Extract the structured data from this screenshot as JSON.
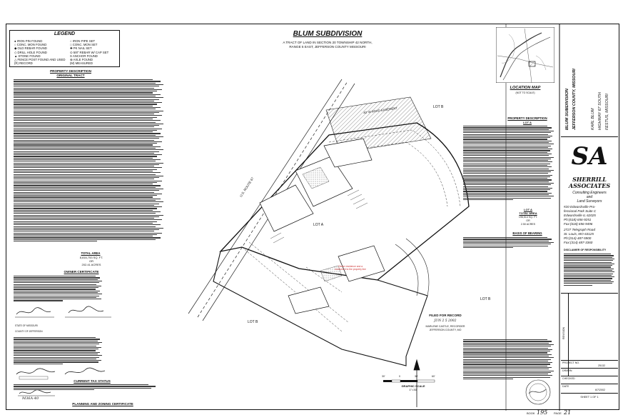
{
  "legend": {
    "title": "LEGEND",
    "left_items": [
      "● IRON PIN FOUND",
      "○ CONC. MON FOUND",
      "◆ OLD REBAR FOUND",
      "◇ DRILL HOLE FOUND",
      "▲ STONE FOUND",
      "△ FENCE POST FOUND AND USED",
      "(R) RECORD"
    ],
    "right_items": [
      "○ IRON PIPE SET",
      "□ CONC. MON SET",
      "✚ PK NAIL SET",
      "⊙ 5/8\" REBAR W/ CAP SET",
      "S ANCHOR FOUND",
      "⊗ AXLE FOUND",
      "(M) MEASURED"
    ]
  },
  "property_description": {
    "heading": "PROPERTY DESCRIPTION",
    "subheading": "ORIGINAL TRACT",
    "total_area_label": "TOTAL AREA",
    "total_area_sqft": "8,816,753 SQ. FT.",
    "total_area_or": "OR",
    "total_area_acres": "202.41 ACRES"
  },
  "owner_certificate": {
    "heading": "OWNER CERTIFICATE"
  },
  "state": {
    "state_line": "STATE OF MISSOURI",
    "county_line": "COUNTY OF JEFFERSON"
  },
  "tax_status": {
    "heading": "CURRENT TAX STATUS"
  },
  "planning": {
    "heading": "PLANNING AND ZONING CERTIFICATE",
    "file_no": "M36A-40"
  },
  "title_block": {
    "title": "BLUM SUBDIVISION",
    "subtitle_l1": "A TRACT OF LAND IN SECTION 20 TOWNSHIP 42 NORTH,",
    "subtitle_l2": "RANGE 5 EAST, JEFFERSON COUNTY MISSOURI"
  },
  "plat": {
    "lot_b_top": "LOT B",
    "lot_a": "LOT A",
    "lot_b_left": "LOT B",
    "lot_b_bottom": "LOT B",
    "road": "U.S. ROUTE 67",
    "easement": "40' W ROAD EASEMENT",
    "note": "Owner residence and a monument to the property line"
  },
  "recording": {
    "line1": "FILED FOR RECORD",
    "line2": "JUN 2 5 2002",
    "line3": "MARLENE CASTLE, RECORDER",
    "line4": "JEFFERSON COUNTY, MO"
  },
  "scale": {
    "label": "GRAPHIC SCALE",
    "ratio": "1\"=30'",
    "ticks": [
      "30'",
      "0",
      "30'",
      "60'"
    ]
  },
  "location_map": {
    "heading": "LOCATION MAP",
    "sub": "(NOT TO SCALE)"
  },
  "right_desc": {
    "heading": "PROPERTY DESCRIPTION",
    "lot_a": "LOT A",
    "lot_a_area_label": "LOT A",
    "lot_a_area_heading": "TOTAL AREA",
    "lot_a_sqft": "196,514 SQ. FT.",
    "lot_a_or": "OR",
    "lot_a_acres": "2.50 ACRES",
    "basis_heading": "BASIS OF BEARING"
  },
  "side_title": {
    "line1": "BLUM SUBDIVISION",
    "line2": "JEFFERSON COUNTY, MISSOURI",
    "line3": "KARL BLUM",
    "line4": "HIGHWAY 67 SOUTH",
    "line5": "FESTUS, MISSOURI"
  },
  "firm": {
    "logo": "SA",
    "name_l1": "SHERRILL",
    "name_l2": "ASSOCIATES",
    "tag_l1": "Consulting Engineers",
    "tag_l2": "and",
    "tag_l3": "Land Surveyors",
    "addr1": "#20 Edwardsville Pro-",
    "addr2": "fessional Park Suite C",
    "addr3": "Edwardsville IL 62025",
    "ph1": "Ph:(618) 656-9251",
    "fax1": "Fax:(618) 656-9496",
    "addr4": "2727 Telegraph Road",
    "addr5": "St. Louis, MO 63125",
    "ph2": "Ph:(314) 487-5900",
    "fax2": "Fax:(314) 487-3360",
    "disclaimer_heading": "DISCLAIMER OF RESPONSIBILITY"
  },
  "sheet_info": {
    "project_label": "PROJECT NO.",
    "project_no": "25132",
    "drawn_label": "DRAWN",
    "checked_label": "CHECKED",
    "date_label": "DATE",
    "date": "6/7/2002",
    "sheet": "SHEET 1 OF 1",
    "revision_label": "REVISION"
  },
  "book": {
    "book_label": "BOOK",
    "book_no": "195",
    "page_label": "PAGE",
    "page_no": "21"
  }
}
